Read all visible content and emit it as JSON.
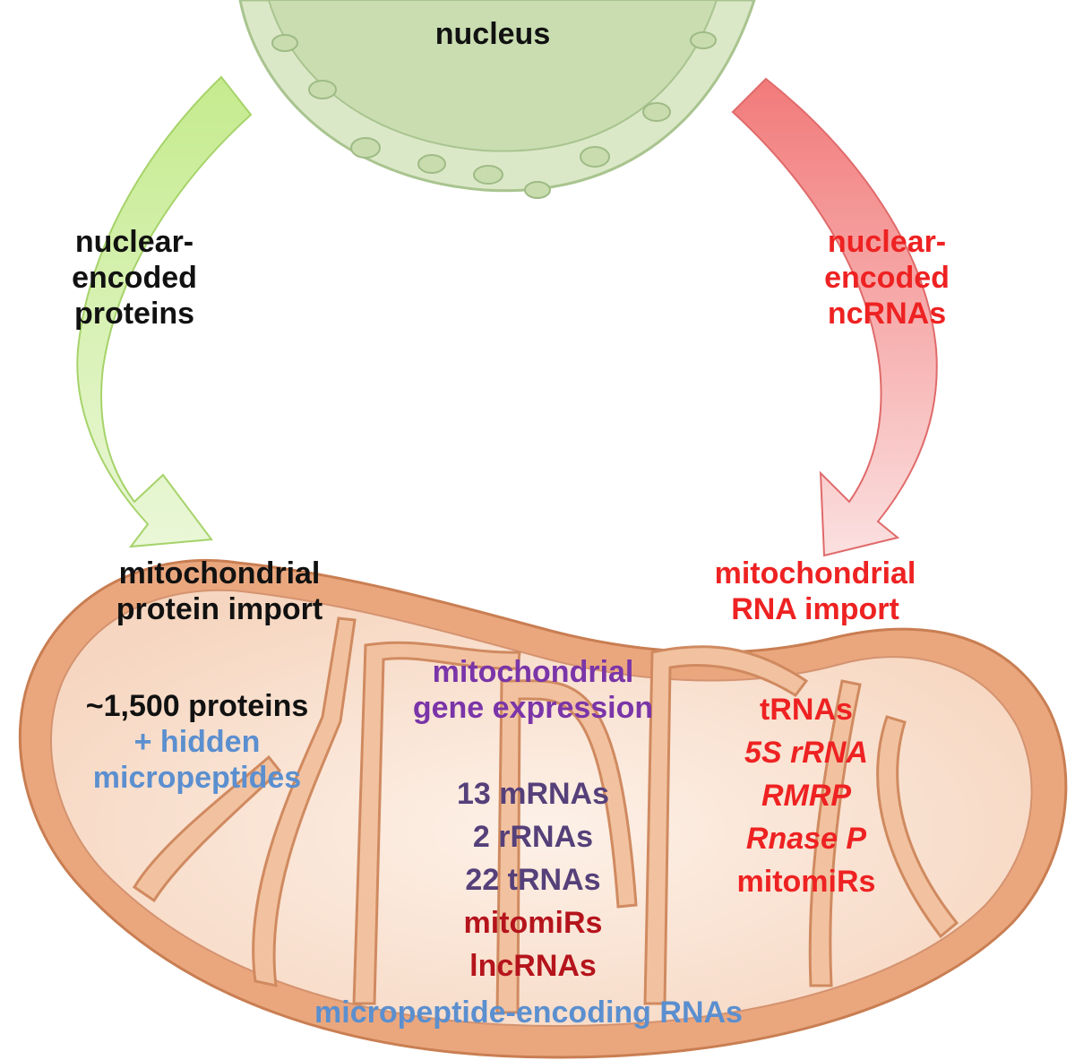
{
  "nucleus": {
    "label": "nucleus"
  },
  "left_arrow": {
    "lines": [
      "nuclear-",
      "encoded",
      "proteins"
    ],
    "color": "#b7e07a"
  },
  "right_arrow": {
    "lines": [
      "nuclear-",
      "encoded",
      "ncRNAs"
    ],
    "color": "#f08080"
  },
  "protein_import": {
    "lines": [
      "mitochondrial",
      "protein import"
    ],
    "count": "~1,500 proteins",
    "extra": [
      "+ hidden",
      "micropeptides"
    ]
  },
  "rna_import": {
    "lines": [
      "mitochondrial",
      "RNA import"
    ],
    "items": [
      {
        "text": "tRNAs",
        "italic": false
      },
      {
        "text": "5S rRNA",
        "italic": true
      },
      {
        "text": "RMRP",
        "italic": true
      },
      {
        "text": "Rnase P",
        "italic": true
      },
      {
        "text": "mitomiRs",
        "italic": false
      }
    ]
  },
  "gene_expression": {
    "lines": [
      "mitochondrial",
      "gene expression"
    ],
    "encoded": [
      "13 mRNAs",
      "2 rRNAs",
      "22 tRNAs"
    ],
    "noncoding": [
      "mitomiRs",
      "lncRNAs"
    ],
    "micropeptide": "micropeptide-encoding RNAs"
  },
  "colors": {
    "nucleus_fill": "#d8e6c4",
    "mito_outer": "#e8a57a",
    "mito_inner": "#fbe3d3",
    "black_text": "#111111",
    "red_text": "#ee2222",
    "purple_text": "#7a35a8",
    "slate_text": "#55407a",
    "darkred_text": "#b5141c",
    "blue_text": "#5b8fcf"
  }
}
